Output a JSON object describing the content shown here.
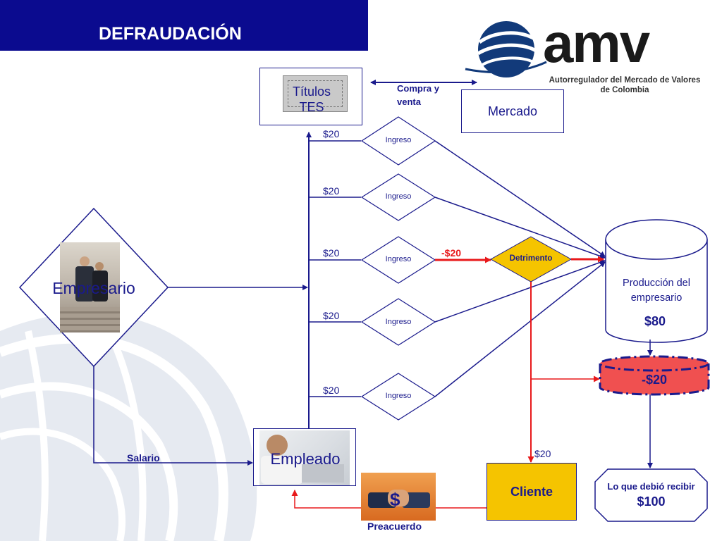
{
  "slide": {
    "title": "DEFRAUDACIÓN"
  },
  "brand": {
    "name": "amv",
    "subtitle_line1": "Autorregulador del Mercado de Valores",
    "subtitle_line2": "de Colombia"
  },
  "nodes": {
    "titulos": "Títulos TES",
    "mercado": "Mercado",
    "compra_venta": "Compra y venta",
    "empresario": "Empresario",
    "empleado": "Empleado",
    "produccion_label": "Producción del empresario",
    "produccion_value": "$80",
    "loss_value": "-$20",
    "detrimento": "Detrimento",
    "cliente": "Cliente",
    "debio_label": "Lo que debió recibir",
    "debio_value": "$100",
    "preacuerdo": "Preacuerdo",
    "dollar": "$",
    "salario": "Salario"
  },
  "ingresos": [
    {
      "label": "Ingreso",
      "amount": "$20"
    },
    {
      "label": "Ingreso",
      "amount": "$20"
    },
    {
      "label": "Ingreso",
      "amount": "$20"
    },
    {
      "label": "Ingreso",
      "amount": "$20"
    },
    {
      "label": "Ingreso",
      "amount": "$20"
    }
  ],
  "flow_labels": {
    "detrimento_amount": "-$20",
    "cliente_amount": "$20"
  },
  "colors": {
    "title_bar": "#0b0b8f",
    "diagram_blue": "#1a1a8c",
    "red": "#e8191b",
    "detrimento_fill": "#f5c400",
    "cliente_fill": "#f5c400",
    "loss_fill": "#f05050",
    "brand_blue": "#123a7a"
  }
}
